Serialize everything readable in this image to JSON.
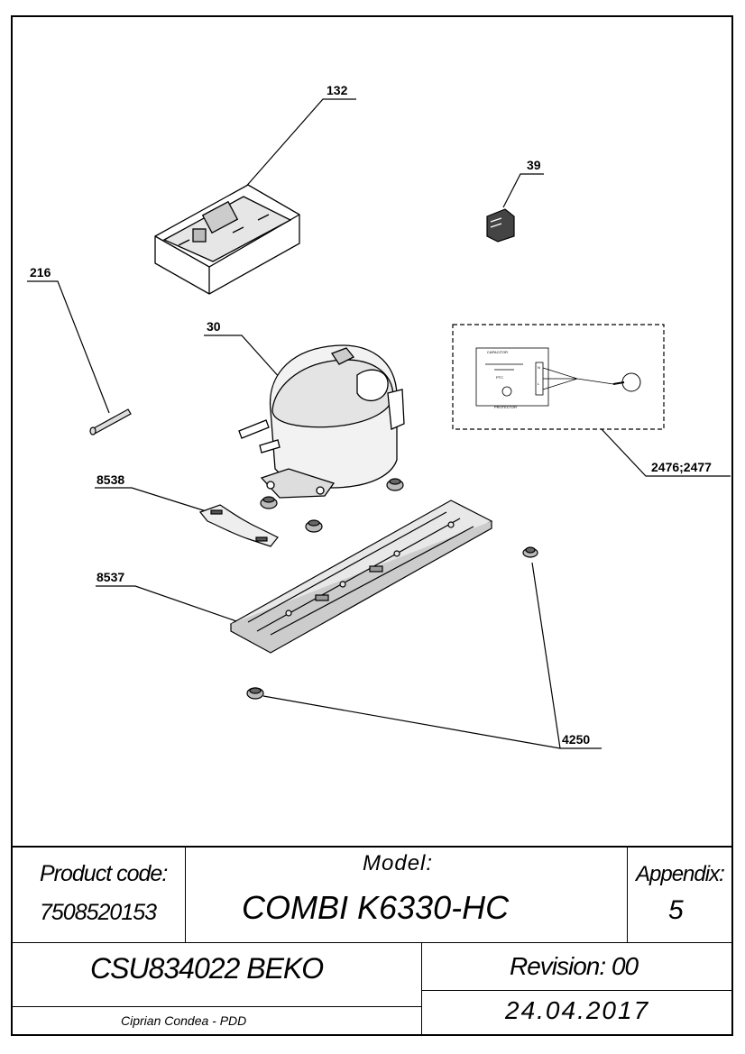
{
  "callouts": {
    "c132": "132",
    "c39": "39",
    "c216": "216",
    "c30": "30",
    "c24762477": "2476;2477",
    "c8538": "8538",
    "c8537": "8537",
    "c4250": "4250"
  },
  "wiring": {
    "capacitor": "CAPACITOR",
    "ptc": "PTC",
    "protector": "PROTECTOR",
    "n": "N",
    "l": "L"
  },
  "title_block": {
    "product_code_label": "Product code:",
    "product_code": "7508520153",
    "model_label": "Model:",
    "model": "COMBI K6330-HC",
    "appendix_label": "Appendix:",
    "appendix": "5",
    "document": "CSU834022 BEKO",
    "revision": "Revision: 00",
    "author": "Ciprian Condea - PDD",
    "date": "24.04.2017"
  }
}
